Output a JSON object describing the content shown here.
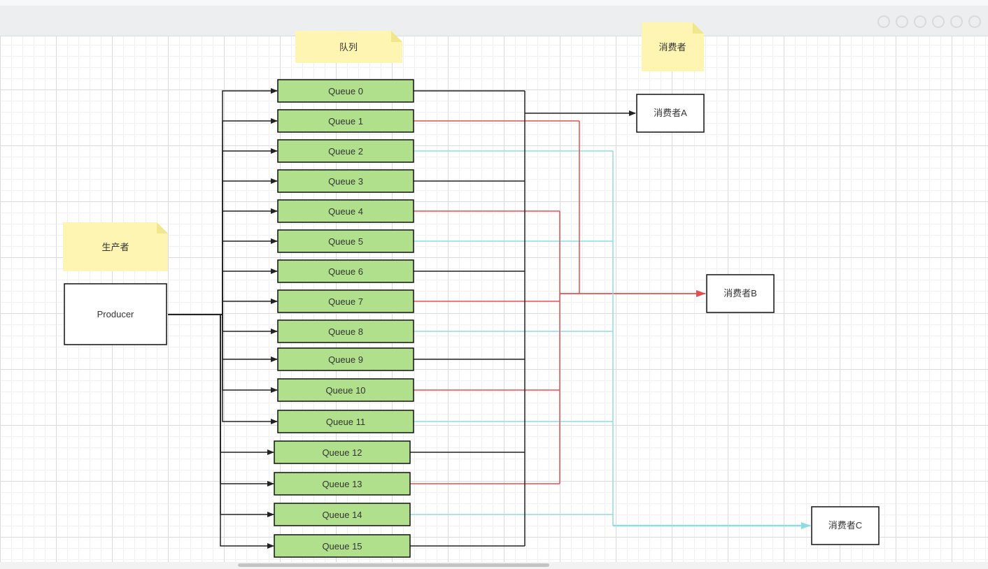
{
  "notes": {
    "queues_label": "队列",
    "consumers_label": "消费者",
    "producers_label": "生产者"
  },
  "producer": {
    "label": "Producer"
  },
  "queues": [
    {
      "label": "Queue 0",
      "consumer": "A"
    },
    {
      "label": "Queue 1",
      "consumer": "B"
    },
    {
      "label": "Queue 2",
      "consumer": "C"
    },
    {
      "label": "Queue 3",
      "consumer": "A"
    },
    {
      "label": "Queue 4",
      "consumer": "B"
    },
    {
      "label": "Queue 5",
      "consumer": "C"
    },
    {
      "label": "Queue 6",
      "consumer": "A"
    },
    {
      "label": "Queue 7",
      "consumer": "B"
    },
    {
      "label": "Queue 8",
      "consumer": "C"
    },
    {
      "label": "Queue 9",
      "consumer": "A"
    },
    {
      "label": "Queue 10",
      "consumer": "B"
    },
    {
      "label": "Queue 11",
      "consumer": "C"
    },
    {
      "label": "Queue 12",
      "consumer": "A"
    },
    {
      "label": "Queue 13",
      "consumer": "B"
    },
    {
      "label": "Queue 14",
      "consumer": "C"
    },
    {
      "label": "Queue 15",
      "consumer": "A"
    }
  ],
  "consumers": [
    {
      "id": "A",
      "label": "消费者A",
      "color": "#222222"
    },
    {
      "id": "B",
      "label": "消费者B",
      "color": "#e05252"
    },
    {
      "id": "C",
      "label": "消费者C",
      "color": "#8fdbe3"
    }
  ],
  "colors": {
    "queue_fill": "#b0e08c",
    "note_fill": "#fff5b3",
    "note_fold": "#f0e68c",
    "box_stroke": "#111111",
    "producer_line": "#222222"
  }
}
